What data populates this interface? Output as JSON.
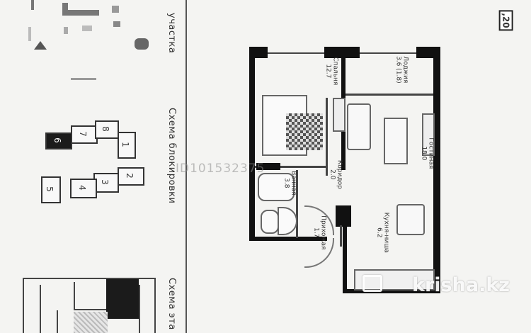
{
  "left_panel": {
    "site_plan_title": "участка",
    "block_scheme_title": "Схема блокировки",
    "floor_scheme_title": "Схема эта",
    "blocks": [
      "1",
      "2",
      "3",
      "4",
      "5",
      "6",
      "7",
      "8"
    ],
    "highlighted_block": "6"
  },
  "plan": {
    "page_number": ",20",
    "rooms": [
      {
        "name": "Спальня",
        "area": "12.7"
      },
      {
        "name": "Лоджия",
        "area": "3.6 (1.8)"
      },
      {
        "name": "Гостиная",
        "area": "18.0"
      },
      {
        "name": "Коридор",
        "area": "2.0"
      },
      {
        "name": "Ванная",
        "area": "3.8"
      },
      {
        "name": "Прихожая",
        "area": "1.7"
      },
      {
        "name": "Кухня-ниша",
        "area": "6.2"
      }
    ]
  },
  "overlay": {
    "watermark_id": "ID101532375",
    "brand": "krisha.kz"
  },
  "colors": {
    "wall": "#111111",
    "highlight": "#1b1b1b",
    "paper": "#f4f4f2"
  }
}
